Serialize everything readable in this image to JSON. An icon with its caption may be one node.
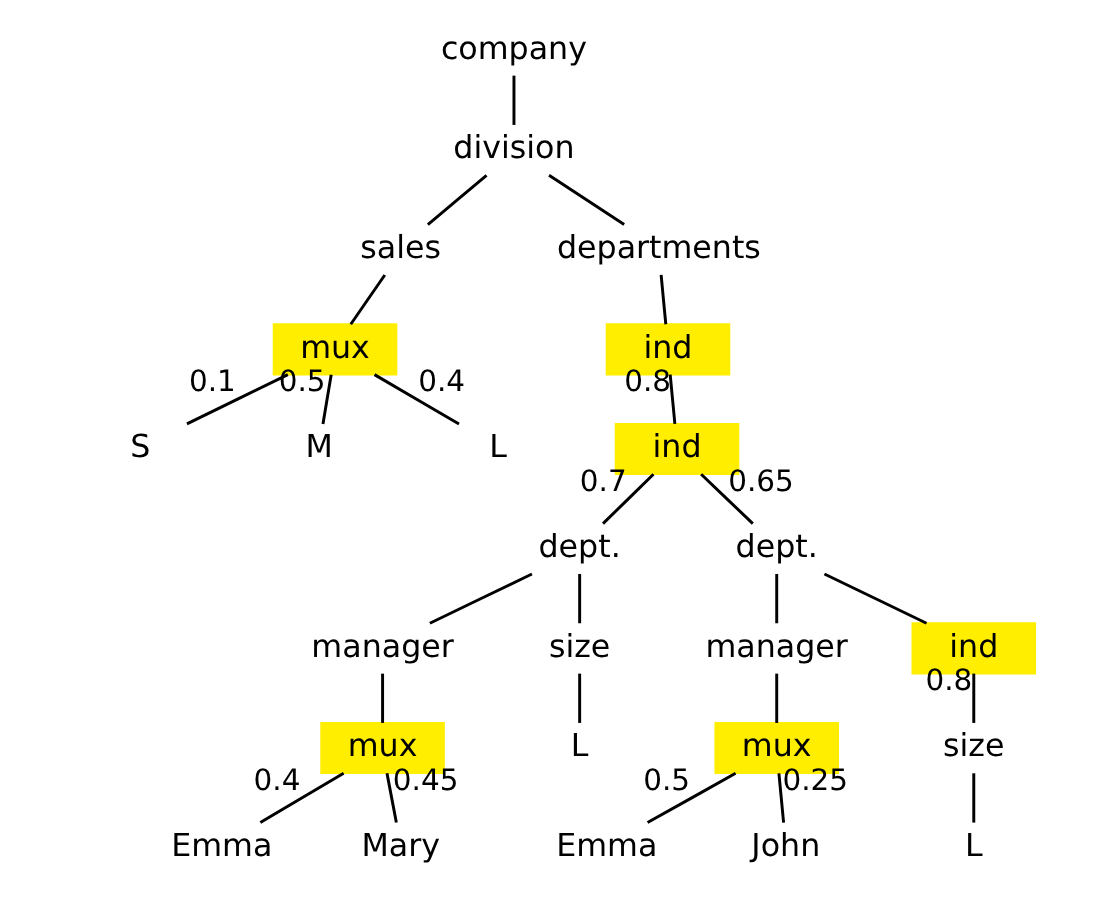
{
  "diagram": {
    "nodes": [
      {
        "text": [
          "company"
        ]
      },
      {
        "text": [
          "division"
        ]
      },
      {
        "text": [
          "sales"
        ]
      },
      {
        "text": [
          "departments"
        ]
      },
      {
        "text": [
          "mux"
        ]
      },
      {
        "text": [
          "ind"
        ]
      },
      {
        "text": [
          "S"
        ]
      },
      {
        "text": [
          "M"
        ]
      },
      {
        "text": [
          "L"
        ]
      },
      {
        "text": [
          "ind"
        ]
      },
      {
        "text": [
          "dept."
        ]
      },
      {
        "text": [
          "dept."
        ]
      },
      {
        "text": [
          "manager"
        ]
      },
      {
        "text": [
          "size"
        ]
      },
      {
        "text": [
          "manager"
        ]
      },
      {
        "text": [
          "ind"
        ]
      },
      {
        "text": [
          "mux"
        ]
      },
      {
        "text": [
          "L"
        ]
      },
      {
        "text": [
          "mux"
        ]
      },
      {
        "text": [
          "size"
        ]
      },
      {
        "text": [
          "Emma"
        ]
      },
      {
        "text": [
          "Mary"
        ]
      },
      {
        "text": [
          "Emma"
        ]
      },
      {
        "text": [
          "John"
        ]
      },
      {
        "text": [
          "L"
        ]
      }
    ],
    "edges": [
      {
        "from": 0,
        "to": 1,
        "arrow": "none"
      },
      {
        "from": 1,
        "to": 2,
        "arrow": "none"
      },
      {
        "from": 1,
        "to": 3,
        "arrow": "none"
      },
      {
        "from": 2,
        "to": 4,
        "arrow": "none"
      },
      {
        "from": 3,
        "to": 5,
        "arrow": "none"
      },
      {
        "from": 4,
        "to": 6,
        "arrow": "none",
        "label": "0.1"
      },
      {
        "from": 4,
        "to": 7,
        "arrow": "none",
        "label": "0.5"
      },
      {
        "from": 4,
        "to": 8,
        "arrow": "none",
        "label": "0.4"
      },
      {
        "from": 5,
        "to": 9,
        "arrow": "none",
        "label": "0.8"
      },
      {
        "from": 9,
        "to": 10,
        "arrow": "none",
        "label": "0.7"
      },
      {
        "from": 9,
        "to": 11,
        "arrow": "none",
        "label": "0.65"
      },
      {
        "from": 10,
        "to": 12,
        "arrow": "none"
      },
      {
        "from": 10,
        "to": 13,
        "arrow": "none"
      },
      {
        "from": 11,
        "to": 14,
        "arrow": "none"
      },
      {
        "from": 11,
        "to": 15,
        "arrow": "none"
      },
      {
        "from": 12,
        "to": 16,
        "arrow": "none"
      },
      {
        "from": 13,
        "to": 17,
        "arrow": "none"
      },
      {
        "from": 14,
        "to": 18,
        "arrow": "none"
      },
      {
        "from": 15,
        "to": 19,
        "arrow": "none",
        "label": "0.8"
      },
      {
        "from": 16,
        "to": 20,
        "arrow": "none",
        "label": "0.4"
      },
      {
        "from": 16,
        "to": 21,
        "arrow": "none",
        "label": "0.45"
      },
      {
        "from": 18,
        "to": 22,
        "arrow": "none",
        "label": "0.5"
      },
      {
        "from": 18,
        "to": 23,
        "arrow": "none",
        "label": "0.25"
      },
      {
        "from": 19,
        "to": 24,
        "arrow": "none"
      }
    ]
  }
}
